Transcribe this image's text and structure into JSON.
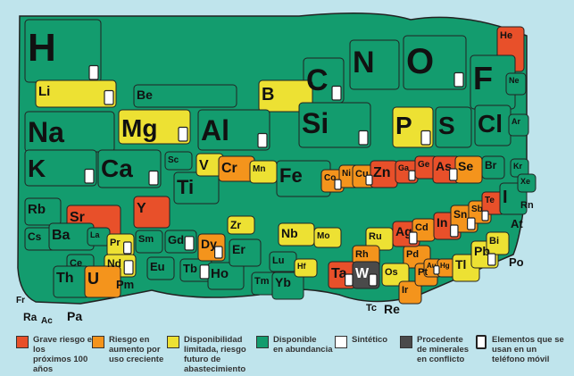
{
  "colors": {
    "grave": "#e8502a",
    "riesgo": "#f4941c",
    "limitada": "#ede133",
    "abundancia": "#139c6e",
    "sintetico": "#ffffff",
    "conflicto": "#4a4a4a",
    "background": "#bfe4ec"
  },
  "elements": [
    {
      "symbol": "He",
      "category": "grave",
      "phone": false
    },
    {
      "symbol": "H",
      "category": "abundancia",
      "phone": true
    },
    {
      "symbol": "C",
      "category": "abundancia",
      "phone": true
    },
    {
      "symbol": "N",
      "category": "abundancia",
      "phone": false
    },
    {
      "symbol": "O",
      "category": "abundancia",
      "phone": true
    },
    {
      "symbol": "F",
      "category": "abundancia",
      "phone": false
    },
    {
      "symbol": "Ne",
      "category": "abundancia",
      "phone": false
    },
    {
      "symbol": "Li",
      "category": "limitada",
      "phone": true
    },
    {
      "symbol": "Be",
      "category": "abundancia",
      "phone": false
    },
    {
      "symbol": "B",
      "category": "limitada",
      "phone": false
    },
    {
      "symbol": "Na",
      "category": "abundancia",
      "phone": false
    },
    {
      "symbol": "Mg",
      "category": "limitada",
      "phone": true
    },
    {
      "symbol": "Al",
      "category": "abundancia",
      "phone": true
    },
    {
      "symbol": "Si",
      "category": "abundancia",
      "phone": true
    },
    {
      "symbol": "P",
      "category": "limitada",
      "phone": true
    },
    {
      "symbol": "S",
      "category": "abundancia",
      "phone": false
    },
    {
      "symbol": "Cl",
      "category": "abundancia",
      "phone": false
    },
    {
      "symbol": "Ar",
      "category": "abundancia",
      "phone": false
    },
    {
      "symbol": "K",
      "category": "abundancia",
      "phone": true
    },
    {
      "symbol": "Ca",
      "category": "abundancia",
      "phone": true
    },
    {
      "symbol": "Sc",
      "category": "abundancia",
      "phone": false
    },
    {
      "symbol": "Ti",
      "category": "abundancia",
      "phone": false
    },
    {
      "symbol": "V",
      "category": "limitada",
      "phone": false
    },
    {
      "symbol": "Cr",
      "category": "riesgo",
      "phone": false
    },
    {
      "symbol": "Mn",
      "category": "limitada",
      "phone": false
    },
    {
      "symbol": "Fe",
      "category": "abundancia",
      "phone": false
    },
    {
      "symbol": "Co",
      "category": "riesgo",
      "phone": true
    },
    {
      "symbol": "Ni",
      "category": "riesgo",
      "phone": false
    },
    {
      "symbol": "Cu",
      "category": "riesgo",
      "phone": true
    },
    {
      "symbol": "Zn",
      "category": "grave",
      "phone": false
    },
    {
      "symbol": "Ga",
      "category": "grave",
      "phone": true
    },
    {
      "symbol": "Ge",
      "category": "grave",
      "phone": false
    },
    {
      "symbol": "As",
      "category": "grave",
      "phone": true
    },
    {
      "symbol": "Se",
      "category": "riesgo",
      "phone": false
    },
    {
      "symbol": "Br",
      "category": "abundancia",
      "phone": false
    },
    {
      "symbol": "Kr",
      "category": "abundancia",
      "phone": false
    },
    {
      "symbol": "Rb",
      "category": "abundancia",
      "phone": false
    },
    {
      "symbol": "Sr",
      "category": "grave",
      "phone": false
    },
    {
      "symbol": "Y",
      "category": "grave",
      "phone": false
    },
    {
      "symbol": "Zr",
      "category": "limitada",
      "phone": false
    },
    {
      "symbol": "Nb",
      "category": "limitada",
      "phone": false
    },
    {
      "symbol": "Mo",
      "category": "limitada",
      "phone": false
    },
    {
      "symbol": "Tc",
      "category": "sintetico",
      "phone": false
    },
    {
      "symbol": "Ru",
      "category": "limitada",
      "phone": false
    },
    {
      "symbol": "Rh",
      "category": "riesgo",
      "phone": false
    },
    {
      "symbol": "Pd",
      "category": "riesgo",
      "phone": false
    },
    {
      "symbol": "Ag",
      "category": "grave",
      "phone": true
    },
    {
      "symbol": "Cd",
      "category": "riesgo",
      "phone": false
    },
    {
      "symbol": "In",
      "category": "grave",
      "phone": true
    },
    {
      "symbol": "Sn",
      "category": "riesgo",
      "phone": true
    },
    {
      "symbol": "Sb",
      "category": "riesgo",
      "phone": true
    },
    {
      "symbol": "Te",
      "category": "grave",
      "phone": false
    },
    {
      "symbol": "I",
      "category": "abundancia",
      "phone": false
    },
    {
      "symbol": "Xe",
      "category": "abundancia",
      "phone": false
    },
    {
      "symbol": "Cs",
      "category": "abundancia",
      "phone": false
    },
    {
      "symbol": "Ba",
      "category": "abundancia",
      "phone": false
    },
    {
      "symbol": "La",
      "category": "abundancia",
      "phone": false
    },
    {
      "symbol": "Ce",
      "category": "abundancia",
      "phone": false
    },
    {
      "symbol": "Pr",
      "category": "limitada",
      "phone": true
    },
    {
      "symbol": "Nd",
      "category": "limitada",
      "phone": true
    },
    {
      "symbol": "Pm",
      "category": "sintetico",
      "phone": false
    },
    {
      "symbol": "Sm",
      "category": "abundancia",
      "phone": false
    },
    {
      "symbol": "Eu",
      "category": "abundancia",
      "phone": false
    },
    {
      "symbol": "Gd",
      "category": "abundancia",
      "phone": true
    },
    {
      "symbol": "Tb",
      "category": "abundancia",
      "phone": true
    },
    {
      "symbol": "Dy",
      "category": "riesgo",
      "phone": true
    },
    {
      "symbol": "Ho",
      "category": "abundancia",
      "phone": false
    },
    {
      "symbol": "Er",
      "category": "abundancia",
      "phone": false
    },
    {
      "symbol": "Tm",
      "category": "abundancia",
      "phone": false
    },
    {
      "symbol": "Yb",
      "category": "abundancia",
      "phone": false
    },
    {
      "symbol": "Lu",
      "category": "abundancia",
      "phone": false
    },
    {
      "symbol": "Hf",
      "category": "limitada",
      "phone": false
    },
    {
      "symbol": "Ta",
      "category": "grave",
      "phone": true
    },
    {
      "symbol": "W",
      "category": "conflicto",
      "phone": true
    },
    {
      "symbol": "Re",
      "category": "limitada",
      "phone": false
    },
    {
      "symbol": "Os",
      "category": "limitada",
      "phone": false
    },
    {
      "symbol": "Ir",
      "category": "riesgo",
      "phone": false
    },
    {
      "symbol": "Pt",
      "category": "riesgo",
      "phone": false
    },
    {
      "symbol": "Au",
      "category": "riesgo",
      "phone": true
    },
    {
      "symbol": "Hg",
      "category": "riesgo",
      "phone": false
    },
    {
      "symbol": "Tl",
      "category": "limitada",
      "phone": false
    },
    {
      "symbol": "Pb",
      "category": "limitada",
      "phone": true
    },
    {
      "symbol": "Bi",
      "category": "limitada",
      "phone": false
    },
    {
      "symbol": "Po",
      "category": "sintetico",
      "phone": false
    },
    {
      "symbol": "At",
      "category": "sintetico",
      "phone": false
    },
    {
      "symbol": "Rn",
      "category": "sintetico",
      "phone": false
    },
    {
      "symbol": "Fr",
      "category": "sintetico",
      "phone": false
    },
    {
      "symbol": "Ra",
      "category": "sintetico",
      "phone": false
    },
    {
      "symbol": "Ac",
      "category": "sintetico",
      "phone": false
    },
    {
      "symbol": "Th",
      "category": "abundancia",
      "phone": false
    },
    {
      "symbol": "Pa",
      "category": "sintetico",
      "phone": false
    },
    {
      "symbol": "U",
      "category": "riesgo",
      "phone": false
    }
  ],
  "legend": [
    {
      "key": "grave",
      "text": "Grave riesgo en\nlos\npróximos 100\naños"
    },
    {
      "key": "riesgo",
      "text": "Riesgo en\naumento por\nuso creciente"
    },
    {
      "key": "limitada",
      "text": "Disponibilidad\nlimitada, riesgo\nfuturo de\nabastecimiento"
    },
    {
      "key": "abundancia",
      "text": "Disponible\nen abundancia"
    },
    {
      "key": "sintetico",
      "text": "Sintético"
    },
    {
      "key": "conflicto",
      "text": "Procedente\nde minerales\nen conflicto"
    },
    {
      "key": "phone",
      "text": "Elementos que se\nusan en un\nteléfono móvil"
    }
  ]
}
